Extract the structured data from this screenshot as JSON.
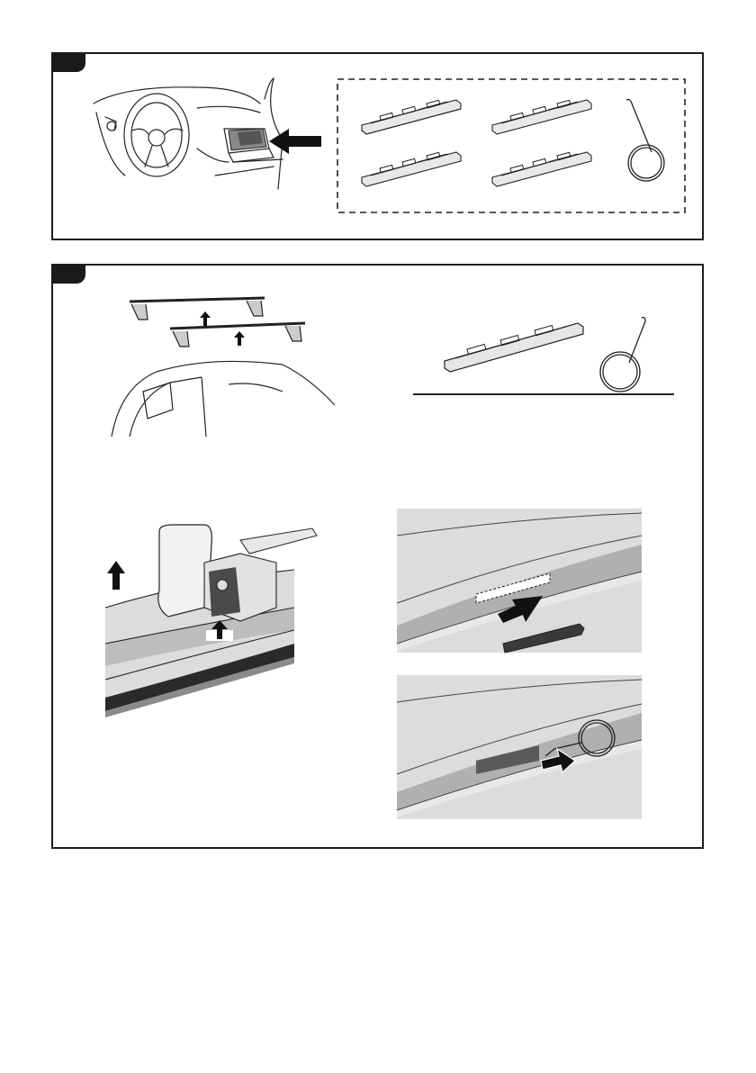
{
  "page": {
    "background": "#ffffff",
    "panel_border_color": "#1a1a1a",
    "step_tab_color": "#1a1a1a"
  },
  "colors": {
    "roof_light": "#dcdcdc",
    "roof_mid": "#b5b5b5",
    "roof_dark": "#8a8a8a",
    "rail_black": "#2a2a2a",
    "arrow_black": "#111111",
    "line_art": "#222222"
  },
  "steps": [
    {
      "id": 1,
      "illustrations": [
        {
          "name": "glovebox-illustration",
          "description_icon": "car-dashboard-glovebox"
        },
        {
          "name": "parts-kit",
          "items": [
            "fitting-strip",
            "fitting-strip",
            "fitting-strip",
            "fitting-strip",
            "spring-tool"
          ]
        }
      ]
    },
    {
      "id": 2,
      "illustrations": [
        {
          "name": "remove-roof-bars",
          "description_icon": "roof-bars-lift-off"
        },
        {
          "name": "strip-and-tool",
          "items": [
            "fitting-strip",
            "spring-tool"
          ]
        },
        {
          "name": "foot-lift",
          "description_icon": "foot-lift-arrow"
        },
        {
          "name": "insert-strip",
          "description_icon": "strip-insert-arrow"
        },
        {
          "name": "hook-strip",
          "description_icon": "spring-tool-arrow"
        }
      ]
    }
  ]
}
